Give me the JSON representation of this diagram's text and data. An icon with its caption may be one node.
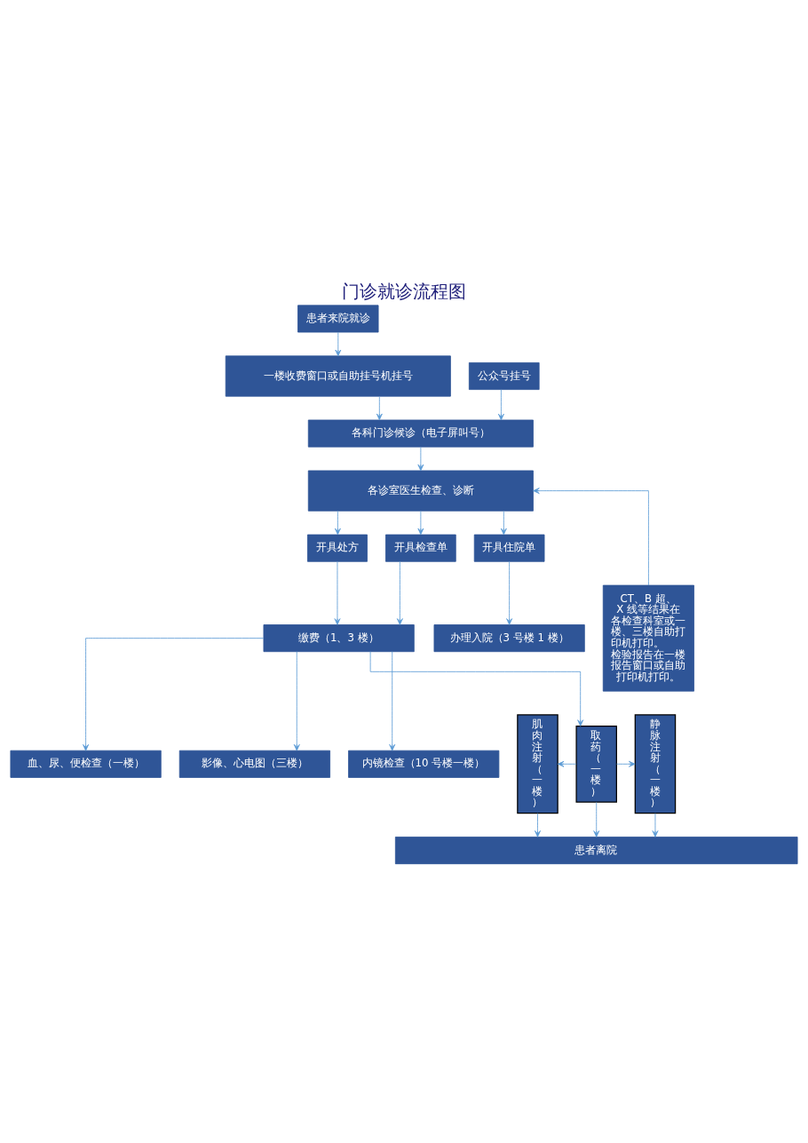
{
  "diagram": {
    "title": "门诊就诊流程图",
    "nodes": [
      {
        "text": [
          "患者来院就诊"
        ]
      },
      {
        "text": [
          "一楼收费窗口或自助挂号机挂号"
        ]
      },
      {
        "text": [
          "公众号挂号"
        ]
      },
      {
        "text": [
          "各科门诊候诊（电子屏叫号）"
        ]
      },
      {
        "text": [
          "各诊室医生检查、诊断"
        ]
      },
      {
        "text": [
          "开具处方"
        ]
      },
      {
        "text": [
          "开具检查单"
        ]
      },
      {
        "text": [
          "开具住院单"
        ]
      },
      {
        "text": [
          "缴费（1、3 楼）"
        ]
      },
      {
        "text": [
          "办理入院（3 号楼 1 楼）"
        ]
      },
      {
        "text": [
          "CT、B 超、X 线等结果在各检查科室或一楼、三楼自助打印机打印。",
          "检验报告在一楼报告窗口或自助打印机打印。"
        ]
      },
      {
        "text": [
          "肌肉注射（一楼）"
        ]
      },
      {
        "text": [
          "取药（一楼）"
        ]
      },
      {
        "text": [
          "静脉注射（一楼）"
        ]
      },
      {
        "text": [
          "血、尿、便检查（一楼）"
        ]
      },
      {
        "text": [
          "影像、心电图（三楼）"
        ]
      },
      {
        "text": [
          "内镜检查（10 号楼一楼）"
        ]
      },
      {
        "text": [
          "患者离院"
        ]
      }
    ],
    "edges": [
      {
        "from": 0,
        "to": 1,
        "arrow": "to"
      },
      {
        "from": 1,
        "to": 3,
        "arrow": "to"
      },
      {
        "from": 2,
        "to": 3,
        "arrow": "to"
      },
      {
        "from": 3,
        "to": 4,
        "arrow": "to"
      },
      {
        "from": 4,
        "to": 5,
        "arrow": "to"
      },
      {
        "from": 4,
        "to": 6,
        "arrow": "to"
      },
      {
        "from": 4,
        "to": 7,
        "arrow": "to"
      },
      {
        "from": 10,
        "to": 4,
        "arrow": "to"
      },
      {
        "from": 5,
        "to": 8,
        "arrow": "to"
      },
      {
        "from": 6,
        "to": 8,
        "arrow": "to"
      },
      {
        "from": 7,
        "to": 9,
        "arrow": "to"
      },
      {
        "from": 8,
        "to": 12,
        "arrow": "to"
      },
      {
        "from": 12,
        "to": 11,
        "arrow": "to"
      },
      {
        "from": 12,
        "to": 13,
        "arrow": "to"
      },
      {
        "from": 8,
        "to": 14,
        "arrow": "to"
      },
      {
        "from": 8,
        "to": 15,
        "arrow": "to"
      },
      {
        "from": 8,
        "to": 16,
        "arrow": "to"
      },
      {
        "from": 11,
        "to": 17,
        "arrow": "to"
      },
      {
        "from": 12,
        "to": 17,
        "arrow": "to"
      },
      {
        "from": 13,
        "to": 17,
        "arrow": "to"
      }
    ]
  }
}
